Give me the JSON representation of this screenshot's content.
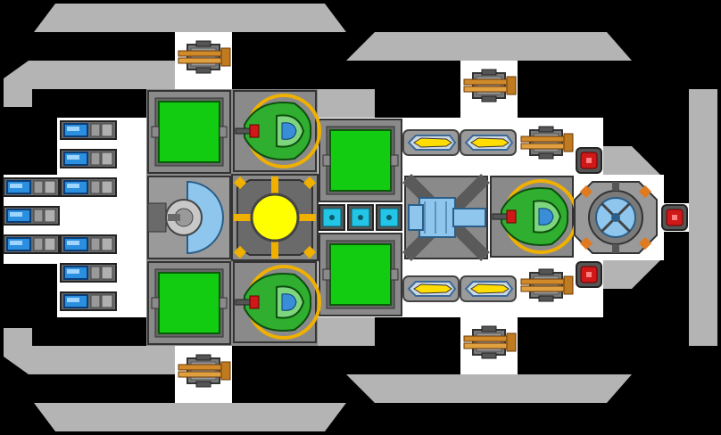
{
  "title": "",
  "colors": {
    "background": "#000000",
    "hull": "#ffffff",
    "armor": "#b4b4b4",
    "armor_dark": "#8a8a8a",
    "room_green": "#11cc11",
    "reactor_core": "#ffff00",
    "cannon_green": "#2fae2f",
    "thruster_blue": "#2b8fe0",
    "missile_yellow": "#ffdd00",
    "turret_orange": "#d08a2a",
    "energy_cyan": "#22c5e5",
    "warning_red": "#d01818"
  },
  "modules": {
    "armor_plates": 10,
    "cargo_rooms": 4,
    "plasma_cannons": 3,
    "reactor": 1,
    "shield_generator": 1,
    "main_gun": 1,
    "radar_dish": 1,
    "missile_launchers": 4,
    "gatling_turrets": 6,
    "energy_cells": 3,
    "ion_thrusters": 9,
    "warning_lights": 3
  }
}
